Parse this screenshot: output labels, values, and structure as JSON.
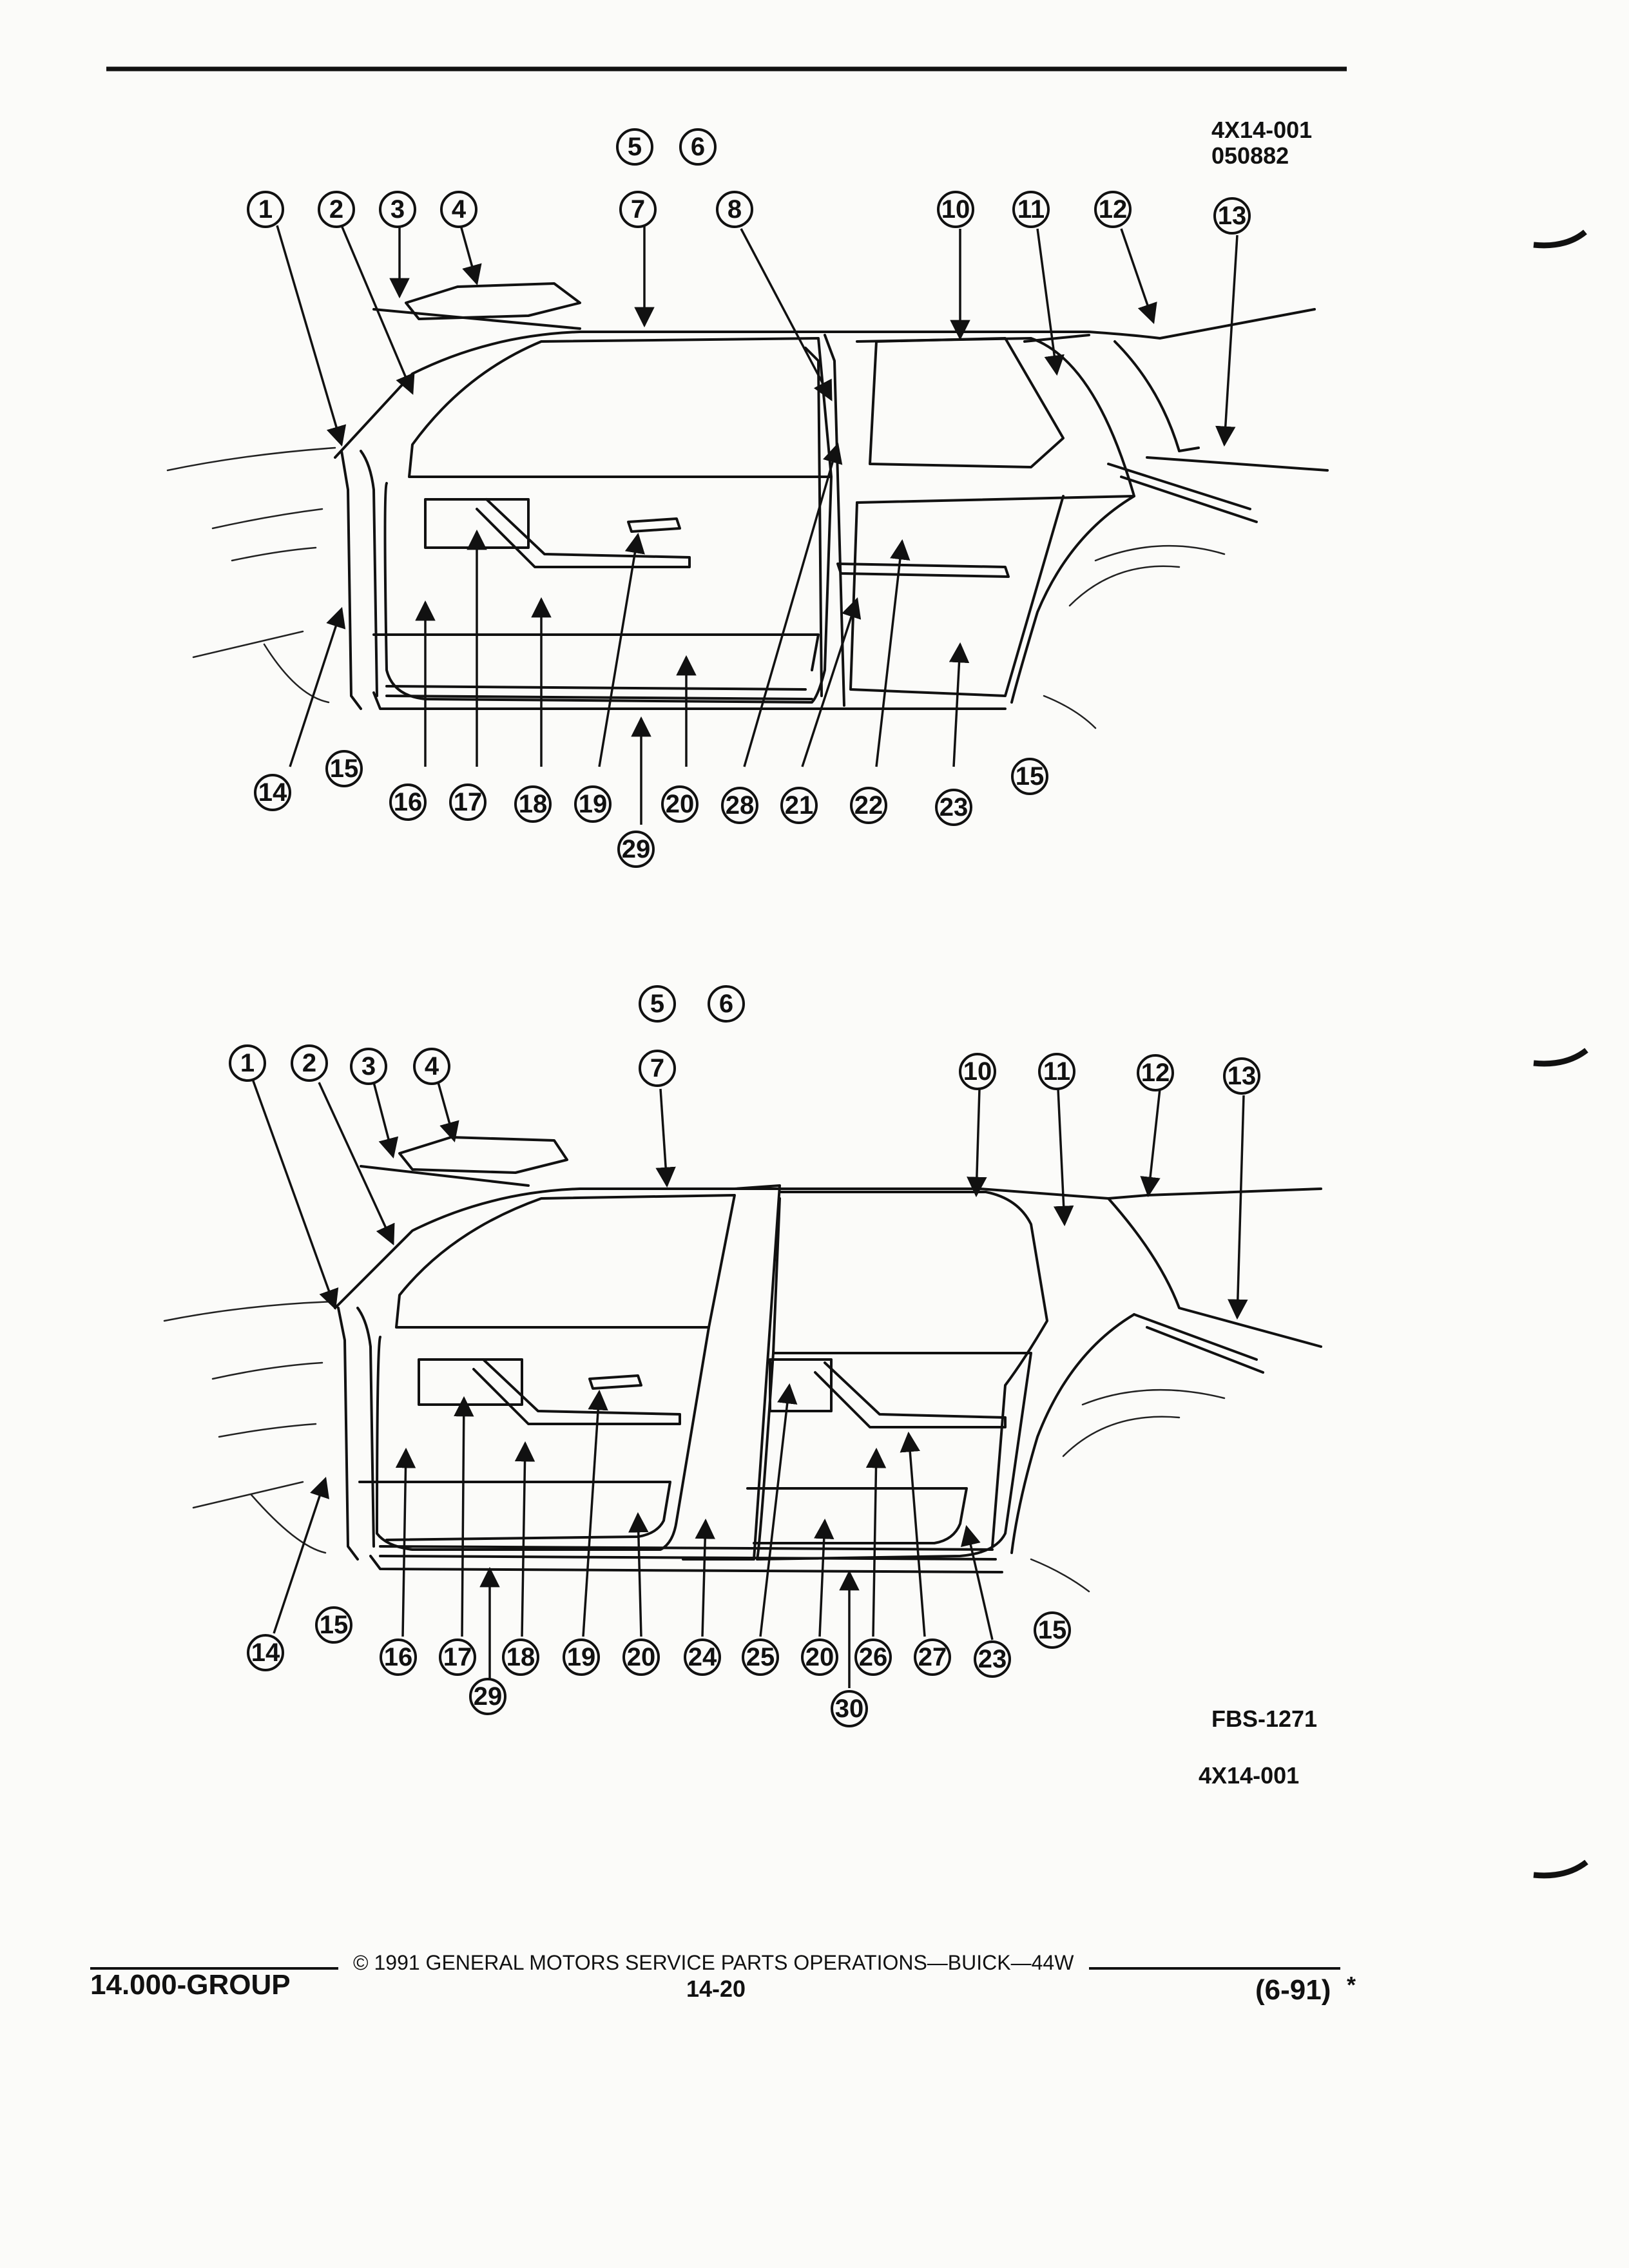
{
  "header": {
    "code": "4X14-001",
    "number": "050882"
  },
  "figure": {
    "top": {
      "callouts": [
        "1",
        "2",
        "3",
        "4",
        "5",
        "6",
        "7",
        "8",
        "10",
        "11",
        "12",
        "13",
        "14",
        "15",
        "16",
        "17",
        "18",
        "19",
        "20",
        "28",
        "21",
        "22",
        "23",
        "15",
        "29"
      ]
    },
    "bottom": {
      "callouts": [
        "1",
        "2",
        "3",
        "4",
        "5",
        "6",
        "7",
        "10",
        "11",
        "12",
        "13",
        "14",
        "15",
        "16",
        "17",
        "18",
        "19",
        "20",
        "24",
        "25",
        "20",
        "26",
        "27",
        "23",
        "15",
        "29",
        "30"
      ]
    },
    "ref": "FBS-1271",
    "ref_code": "4X14-001"
  },
  "footer": {
    "group": "14.000-GROUP",
    "copyright": "© 1991 GENERAL MOTORS SERVICE PARTS OPERATIONS—BUICK—44W",
    "page": "14-20",
    "date": "(6-91)",
    "mark": "*"
  }
}
